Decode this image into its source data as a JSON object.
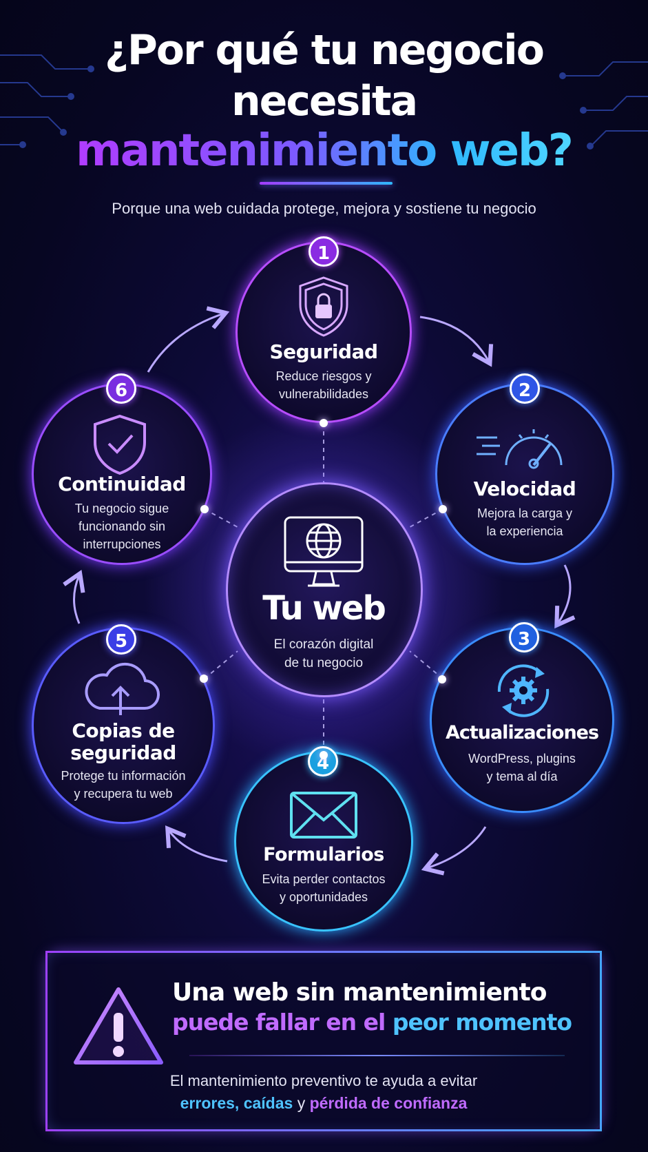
{
  "header": {
    "title_line1": "¿Por qué tu negocio",
    "title_line2": "necesita",
    "title_line3": "mantenimiento web?",
    "subtitle": "Porque una web cuidada protege, mejora y sostiene tu negocio"
  },
  "center": {
    "title": "Tu web",
    "desc_line1": "El corazón digital",
    "desc_line2": "de tu negocio",
    "icon": "monitor-globe-icon"
  },
  "nodes": [
    {
      "number": "1",
      "title": "Seguridad",
      "desc_line1": "Reduce riesgos y",
      "desc_line2": "vulnerabilidades",
      "icon": "shield-lock-icon",
      "color": "#b74dff"
    },
    {
      "number": "2",
      "title": "Velocidad",
      "desc_line1": "Mejora la carga y",
      "desc_line2": "la experiencia",
      "icon": "speedometer-icon",
      "color": "#4a7dff"
    },
    {
      "number": "3",
      "title": "Actualizaciones",
      "desc_line1": "WordPress, plugins",
      "desc_line2": "y tema al día",
      "icon": "gear-refresh-icon",
      "color": "#3a8dff"
    },
    {
      "number": "4",
      "title": "Formularios",
      "desc_line1": "Evita perder contactos",
      "desc_line2": "y oportunidades",
      "icon": "envelope-icon",
      "color": "#39c3ff"
    },
    {
      "number": "5",
      "title_line1": "Copias de",
      "title_line2": "seguridad",
      "desc_line1": "Protege tu información",
      "desc_line2": "y recupera tu web",
      "icon": "cloud-upload-icon",
      "color": "#5a5cff"
    },
    {
      "number": "6",
      "title": "Continuidad",
      "desc_line1": "Tu negocio sigue",
      "desc_line2": "funcionando sin",
      "desc_line3": "interrupciones",
      "icon": "shield-check-icon",
      "color": "#9a4dff"
    }
  ],
  "warning": {
    "title": "Una web sin mantenimiento",
    "sub_part1": "puede fallar en el ",
    "sub_part2": "peor momento",
    "text": "El mantenimiento preventivo te ayuda a evitar",
    "text2_part1": "errores, caídas",
    "text2_part2": " y ",
    "text2_part3": "pérdida de confianza",
    "icon": "warning-triangle-icon"
  },
  "colors": {
    "purple": "#b13cff",
    "blue": "#4a7dff",
    "cyan": "#39c3ff",
    "background": "#070622"
  }
}
